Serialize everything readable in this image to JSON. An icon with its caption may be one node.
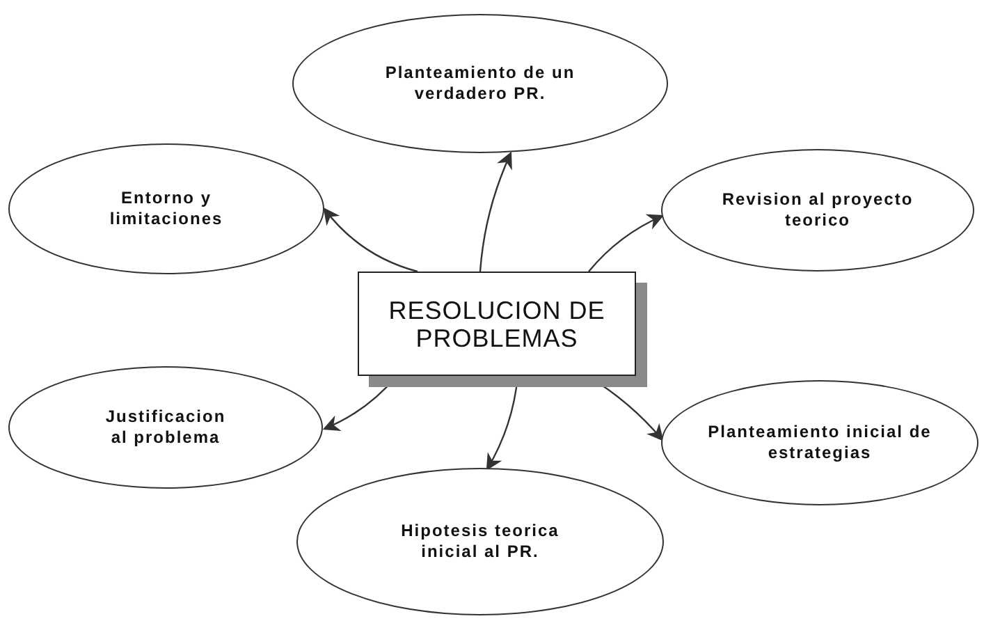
{
  "diagram": {
    "nodes": [
      {
        "text": [
          "RESOLUCION DE PROBLEMAS"
        ]
      },
      {
        "text": [
          "Planteamiento de un verdadero PR."
        ]
      },
      {
        "text": [
          "Entorno y limitaciones"
        ]
      },
      {
        "text": [
          "Revision al proyecto teorico"
        ]
      },
      {
        "text": [
          "Justificacion al problema"
        ]
      },
      {
        "text": [
          "Planteamiento inicial de estrategias"
        ]
      },
      {
        "text": [
          "Hipotesis teorica inicial al PR."
        ]
      }
    ],
    "edges": [
      {
        "from": 0,
        "to": 2,
        "arrow": "to"
      },
      {
        "from": 0,
        "to": 1,
        "arrow": "to"
      },
      {
        "from": 0,
        "to": 3,
        "arrow": "to"
      },
      {
        "from": 0,
        "to": 4,
        "arrow": "to"
      },
      {
        "from": 0,
        "to": 6,
        "arrow": "to"
      },
      {
        "from": 0,
        "to": 5,
        "arrow": "to"
      }
    ]
  }
}
